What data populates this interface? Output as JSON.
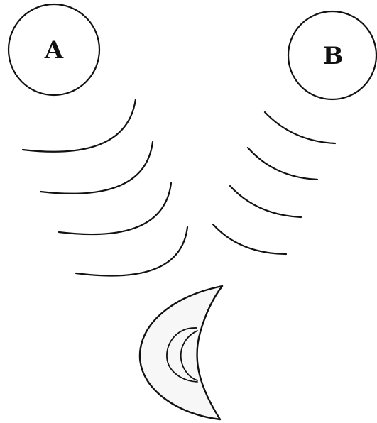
{
  "sources": [
    {
      "label": "A"
    },
    {
      "label": "B"
    }
  ],
  "wave_fronts": {
    "source_a_count": 4,
    "source_b_count": 4
  },
  "receiver": {
    "icon": "ear-icon"
  },
  "colors": {
    "stroke": "#111111",
    "background": "#ffffff",
    "ear_fill": "#f7f7f7"
  }
}
